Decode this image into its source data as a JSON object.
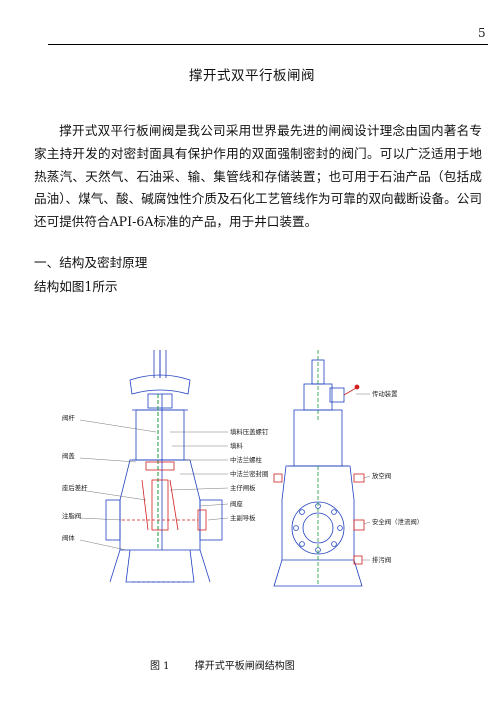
{
  "header": {
    "page_number": "5"
  },
  "title": "撑开式双平行板闸阀",
  "intro_paragraph": "撑开式双平行板闸阀是我公司采用世界最先进的闸阀设计理念由国内著名专家主持开发的对密封面具有保护作用的双面强制密封的阀门。可以广泛适用于地热蒸汽、天然气、石油采、输、集管线和存储装置；也可用于石油产品（包括成品油）、煤气、酸、碱腐蚀性介质及石化工艺管线作为可靠的双向截断设备。公司还可提供符合API-6A标准的产品，用于井口装置。",
  "section_heading": "一、结构及密封原理",
  "structure_note": "结构如图1所示",
  "figure": {
    "left_labels": [
      "阀杆",
      "阀盖",
      "座后差杆",
      "注脂阀",
      "阀体"
    ],
    "middle_labels": [
      "填料压盖螺钉",
      "填料",
      "中法兰螺柱",
      "中法兰密封圈",
      "主仔闸板",
      "阀座",
      "主副导板"
    ],
    "right_labels": [
      "传动装置",
      "放空阀",
      "安全阀（泄流阀）",
      "排污阀"
    ],
    "caption_number": "图 1",
    "caption_text": "撑开式平板闸阀结构图"
  },
  "colors": {
    "drawing_blue": "#1f3fbf",
    "drawing_red": "#d21f1f",
    "drawing_green": "#1a9a3a",
    "line_black": "#111111"
  }
}
